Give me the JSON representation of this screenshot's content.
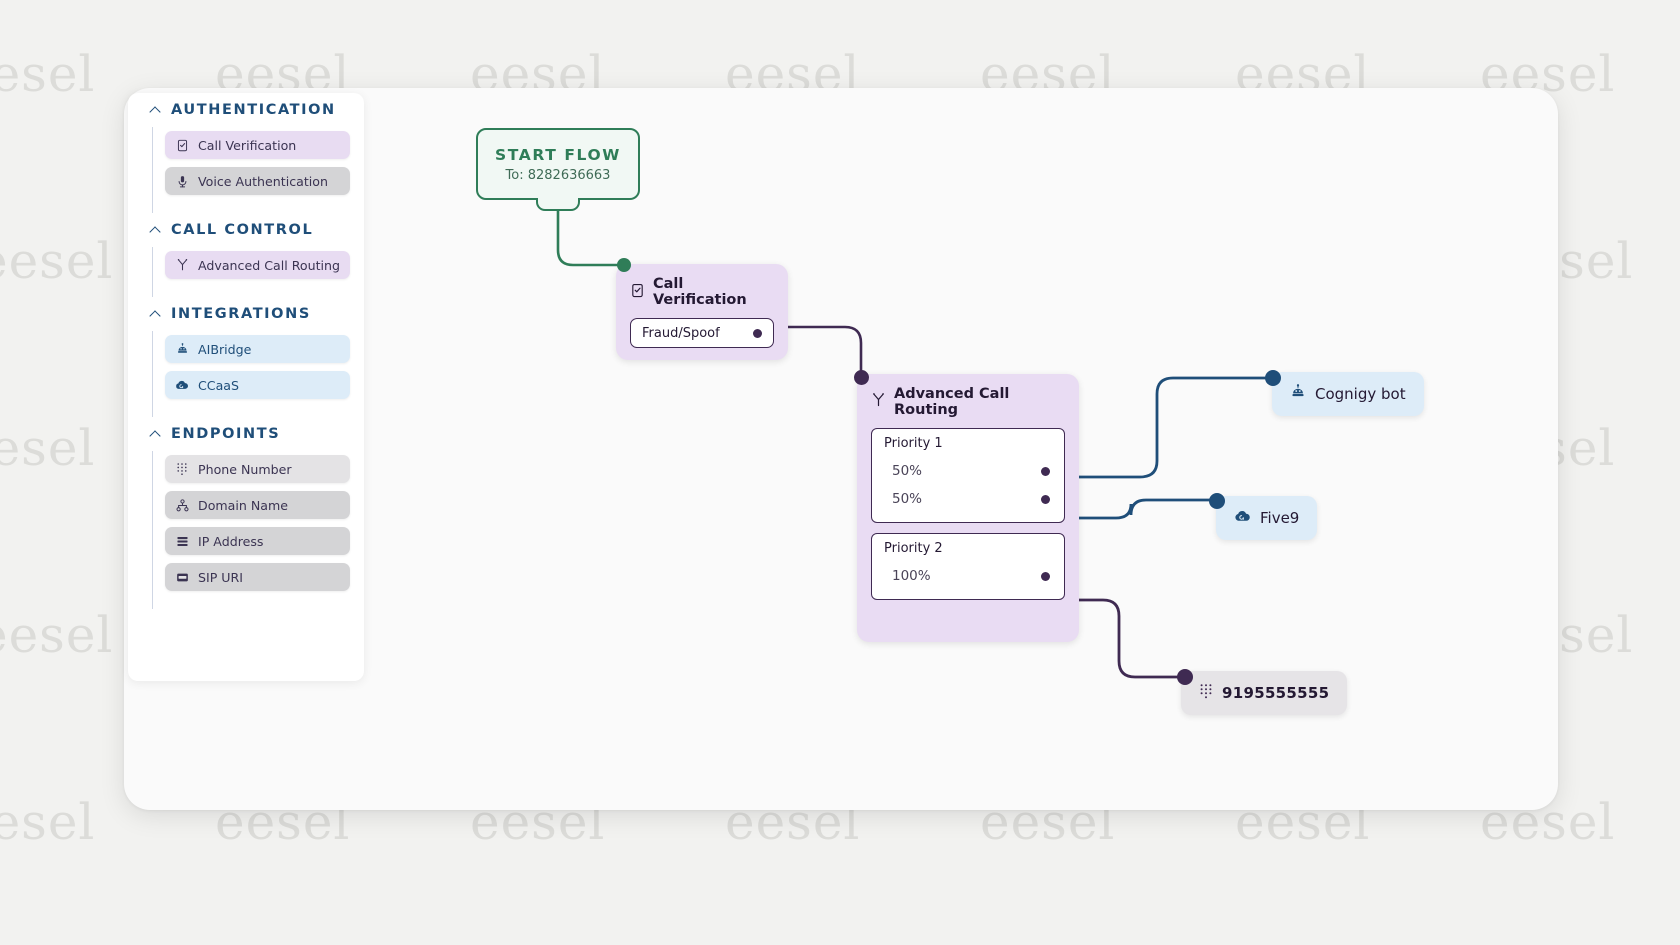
{
  "watermark": {
    "text": "eesel"
  },
  "sidebar": {
    "sections": [
      {
        "title": "AUTHENTICATION",
        "chevron": "chevron-up-icon",
        "items": [
          {
            "label": "Call Verification",
            "icon": "checkbox-document-icon",
            "style": "purple"
          },
          {
            "label": "Voice Authentication",
            "icon": "microphone-icon",
            "style": "grey"
          }
        ]
      },
      {
        "title": "CALL CONTROL",
        "chevron": "chevron-up-icon",
        "items": [
          {
            "label": "Advanced Call Routing",
            "icon": "branch-fork-icon",
            "style": "purple"
          }
        ]
      },
      {
        "title": "INTEGRATIONS",
        "chevron": "chevron-up-icon",
        "items": [
          {
            "label": "AIBridge",
            "icon": "robot-bot-icon",
            "style": "blue"
          },
          {
            "label": "CCaaS",
            "icon": "cloud-icon",
            "style": "blue"
          }
        ]
      },
      {
        "title": "ENDPOINTS",
        "chevron": "chevron-up-icon",
        "items": [
          {
            "label": "Phone Number",
            "icon": "dialpad-icon",
            "style": "lgrey"
          },
          {
            "label": "Domain Name",
            "icon": "sitemap-icon",
            "style": "grey"
          },
          {
            "label": "IP Address",
            "icon": "server-stack-icon",
            "style": "grey"
          },
          {
            "label": "SIP URI",
            "icon": "sip-card-icon",
            "style": "grey"
          }
        ]
      }
    ]
  },
  "canvas": {
    "start_flow": {
      "title": "START FLOW",
      "subtitle": "To: 8282636663",
      "accent": "#2f7d58"
    },
    "call_verification": {
      "title": "Call Verification",
      "icon": "checkbox-document-icon",
      "outputs": [
        {
          "label": "Fraud/Spoof"
        }
      ],
      "accent": "#3f2a52",
      "background": "#e9dcf3"
    },
    "advanced_routing": {
      "title": "Advanced Call Routing",
      "icon": "branch-fork-icon",
      "accent": "#3f2a52",
      "background": "#e9dcf3",
      "priorities": [
        {
          "label": "Priority 1",
          "rows": [
            {
              "weight": "50%"
            },
            {
              "weight": "50%"
            }
          ]
        },
        {
          "label": "Priority 2",
          "rows": [
            {
              "weight": "100%"
            }
          ]
        }
      ]
    },
    "endpoints": [
      {
        "id": "cognigy-bot",
        "label": "Cognigy bot",
        "icon": "robot-bot-icon",
        "background": "#ddecf8",
        "handle_color": "#1f4e79"
      },
      {
        "id": "five9",
        "label": "Five9",
        "icon": "cloud-icon",
        "background": "#ddecf8",
        "handle_color": "#1f4e79"
      },
      {
        "id": "phone-endpoint",
        "label": "9195555555",
        "icon": "dialpad-icon",
        "background": "#e6e4e7",
        "handle_color": "#3f2a52"
      }
    ]
  }
}
